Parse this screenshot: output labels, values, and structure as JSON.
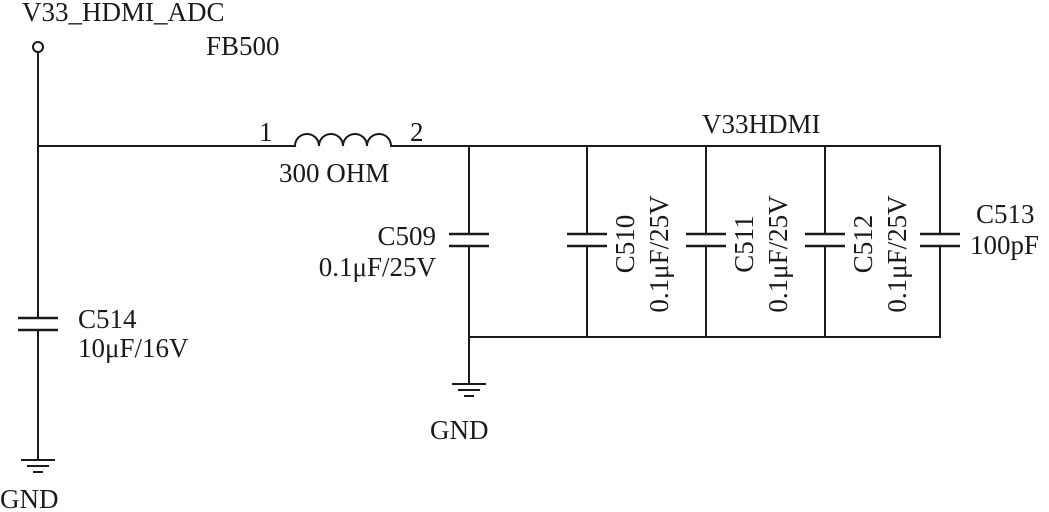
{
  "nets": {
    "input": "V33_HDMI_ADC",
    "output": "V33HDMI",
    "ground_left": "GND",
    "ground_mid": "GND"
  },
  "ferrite": {
    "ref": "FB500",
    "value": "300 OHM",
    "pin1": "1",
    "pin2": "2"
  },
  "capacitors": {
    "c514": {
      "ref": "C514",
      "value": "10μF/16V"
    },
    "c509": {
      "ref": "C509",
      "value": "0.1μF/25V"
    },
    "c510": {
      "ref": "C510",
      "value": "0.1μF/25V"
    },
    "c511": {
      "ref": "C511",
      "value": "0.1μF/25V"
    },
    "c512": {
      "ref": "C512",
      "value": "0.1μF/25V"
    },
    "c513": {
      "ref": "C513",
      "value": "100pF"
    }
  }
}
